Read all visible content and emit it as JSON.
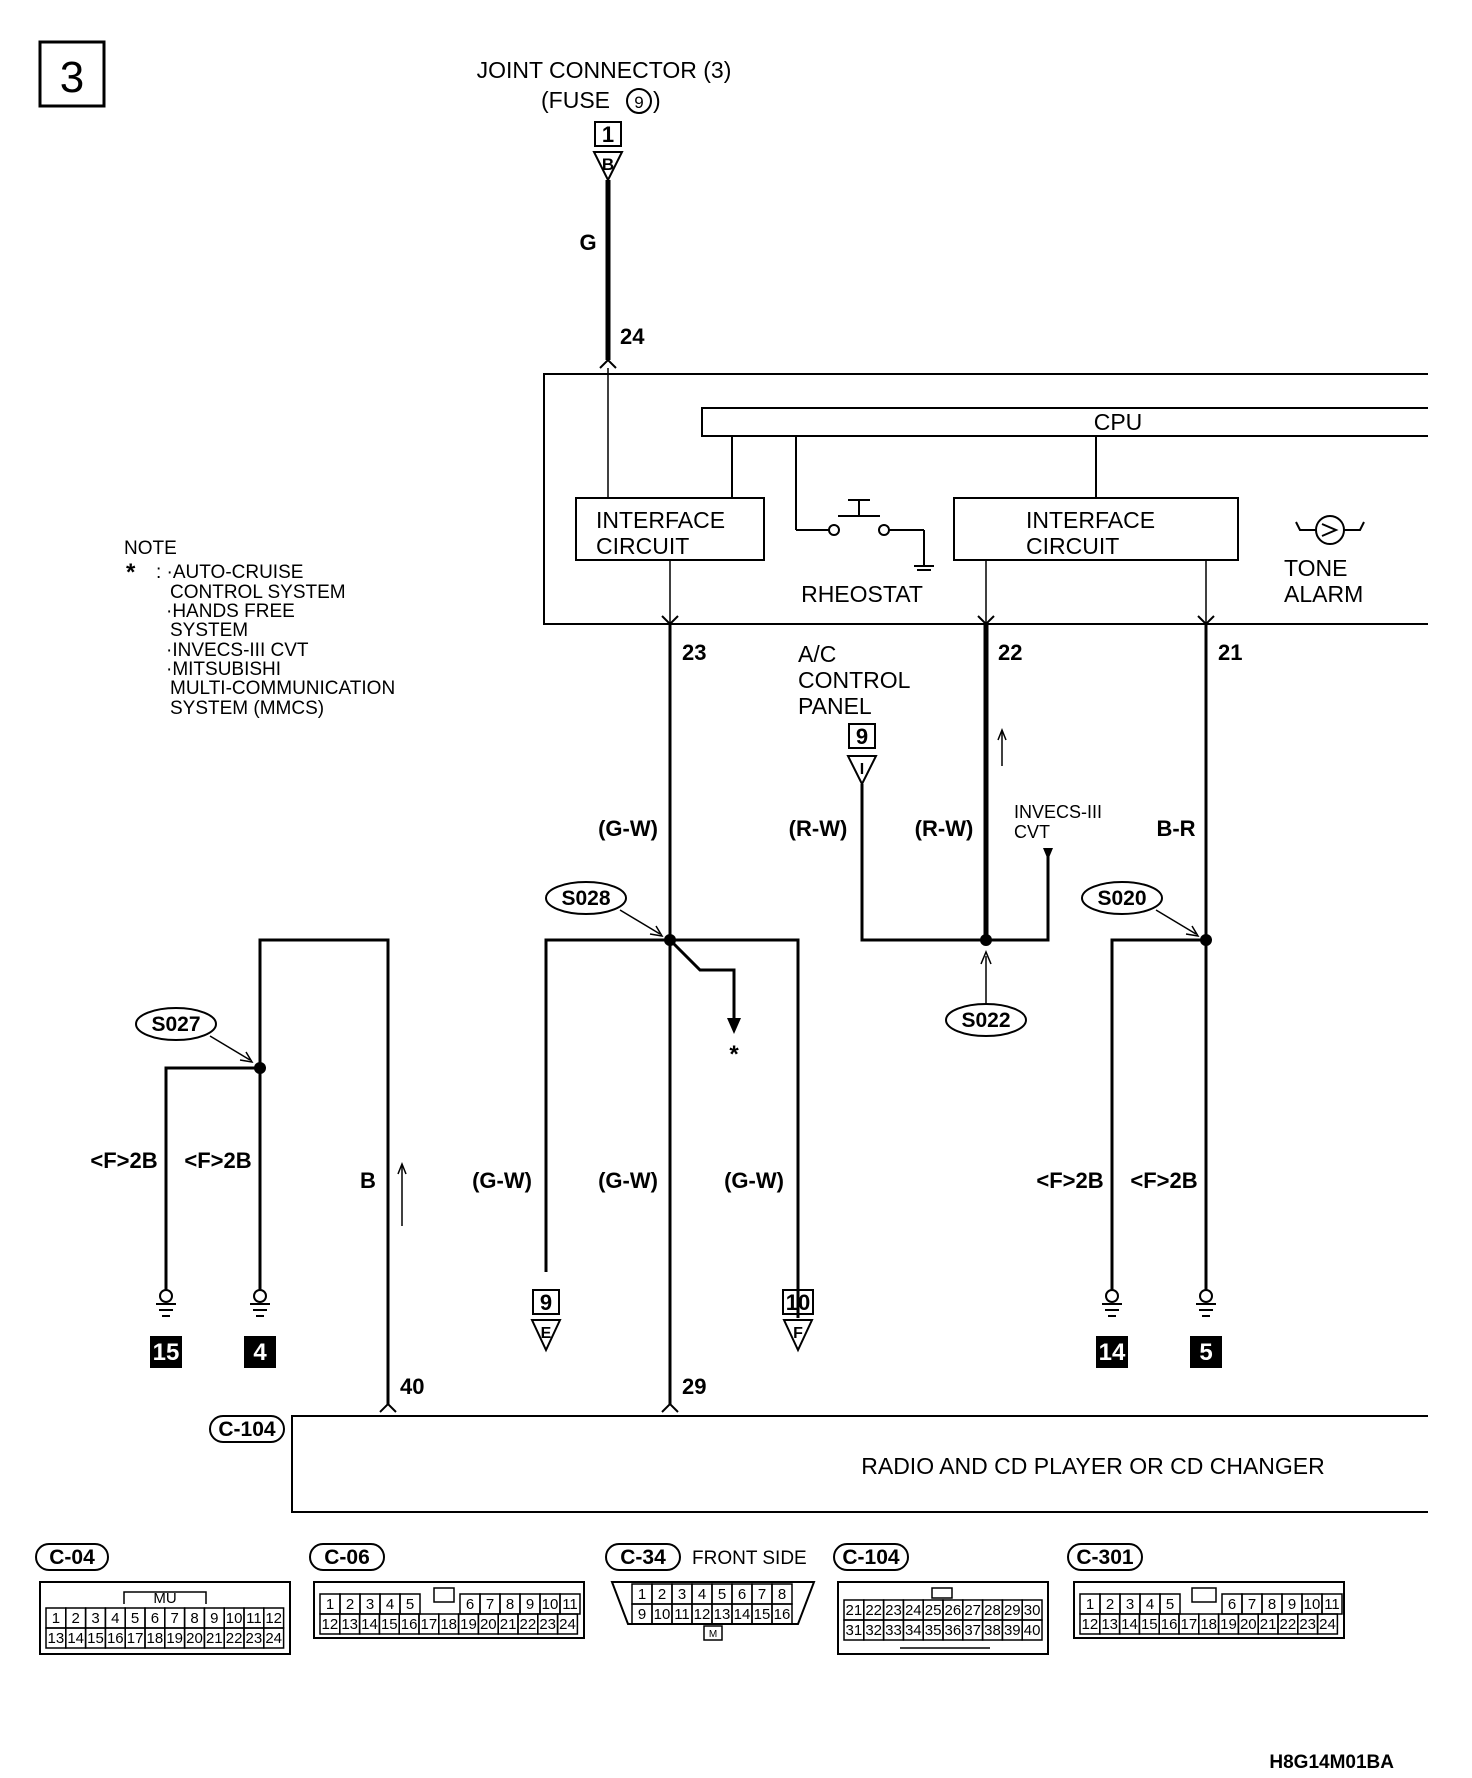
{
  "page_number": "3",
  "joint_connector": {
    "title": "JOINT CONNECTOR (3)",
    "fuse_line": "(FUSE",
    "fuse_number": "9",
    "fuse_close": ")",
    "terminal": "1",
    "letter": "B"
  },
  "wire_colors": {
    "g": "G",
    "gw": "(G-W)",
    "rw": "(R-W)",
    "br": "B-R",
    "b": "B",
    "f2b": "<F>2B"
  },
  "pins": {
    "p24": "24",
    "p23": "23",
    "p22": "22",
    "p21": "21",
    "p40": "40",
    "p29": "29"
  },
  "unit": {
    "cpu": "CPU",
    "interface_left": [
      "INTERFACE",
      "CIRCUIT"
    ],
    "interface_right": [
      "INTERFACE",
      "CIRCUIT"
    ],
    "rheostat": "RHEOSTAT",
    "tone_alarm": [
      "TONE",
      "ALARM"
    ]
  },
  "note": {
    "title": "NOTE",
    "star": "*",
    "lines": [
      ": ·AUTO-CRUISE",
      "CONTROL SYSTEM",
      "·HANDS FREE",
      "SYSTEM",
      "·INVECS-III CVT",
      "·MITSUBISHI",
      "MULTI-COMMUNICATION",
      "SYSTEM (MMCS)"
    ]
  },
  "ac_panel": {
    "lines": [
      "A/C",
      "CONTROL",
      "PANEL"
    ],
    "terminal": "9",
    "letter": "I"
  },
  "invecs": [
    "INVECS-III",
    "CVT"
  ],
  "splices": {
    "s027": "S027",
    "s028": "S028",
    "s020": "S020",
    "s022": "S022"
  },
  "asterisk": "*",
  "grounds": {
    "g15": "15",
    "g4": "4",
    "g14": "14",
    "g5": "5"
  },
  "connectors_mid": {
    "e": {
      "terminal": "9",
      "letter": "E"
    },
    "f": {
      "terminal": "10",
      "letter": "F"
    }
  },
  "radio": {
    "connector": "C-104",
    "label": "RADIO AND CD PLAYER OR CD CHANGER"
  },
  "connector_views": {
    "c04": {
      "name": "C-04",
      "tab": "MU",
      "row1": [
        "1",
        "2",
        "3",
        "4",
        "5",
        "6",
        "7",
        "8",
        "9",
        "10",
        "11",
        "12"
      ],
      "row2": [
        "13",
        "14",
        "15",
        "16",
        "17",
        "18",
        "19",
        "20",
        "21",
        "22",
        "23",
        "24"
      ]
    },
    "c06": {
      "name": "C-06",
      "row1a": [
        "1",
        "2",
        "3",
        "4",
        "5"
      ],
      "row1b": [
        "6",
        "7",
        "8",
        "9",
        "10",
        "11"
      ],
      "row2": [
        "12",
        "13",
        "14",
        "15",
        "16",
        "17",
        "18",
        "19",
        "20",
        "21",
        "22",
        "23",
        "24"
      ]
    },
    "c34": {
      "name": "C-34",
      "side": "FRONT SIDE",
      "tab": "M",
      "row1": [
        "1",
        "2",
        "3",
        "4",
        "5",
        "6",
        "7",
        "8"
      ],
      "row2": [
        "9",
        "10",
        "11",
        "12",
        "13",
        "14",
        "15",
        "16"
      ]
    },
    "c104": {
      "name": "C-104",
      "row1": [
        "21",
        "22",
        "23",
        "24",
        "25",
        "26",
        "27",
        "28",
        "29",
        "30"
      ],
      "row2": [
        "31",
        "32",
        "33",
        "34",
        "35",
        "36",
        "37",
        "38",
        "39",
        "40"
      ]
    },
    "c301": {
      "name": "C-301",
      "row1a": [
        "1",
        "2",
        "3",
        "4",
        "5"
      ],
      "row1b": [
        "6",
        "7",
        "8",
        "9",
        "10",
        "11"
      ],
      "row2": [
        "12",
        "13",
        "14",
        "15",
        "16",
        "17",
        "18",
        "19",
        "20",
        "21",
        "22",
        "23",
        "24"
      ]
    }
  },
  "diagram_code": "H8G14M01BA"
}
